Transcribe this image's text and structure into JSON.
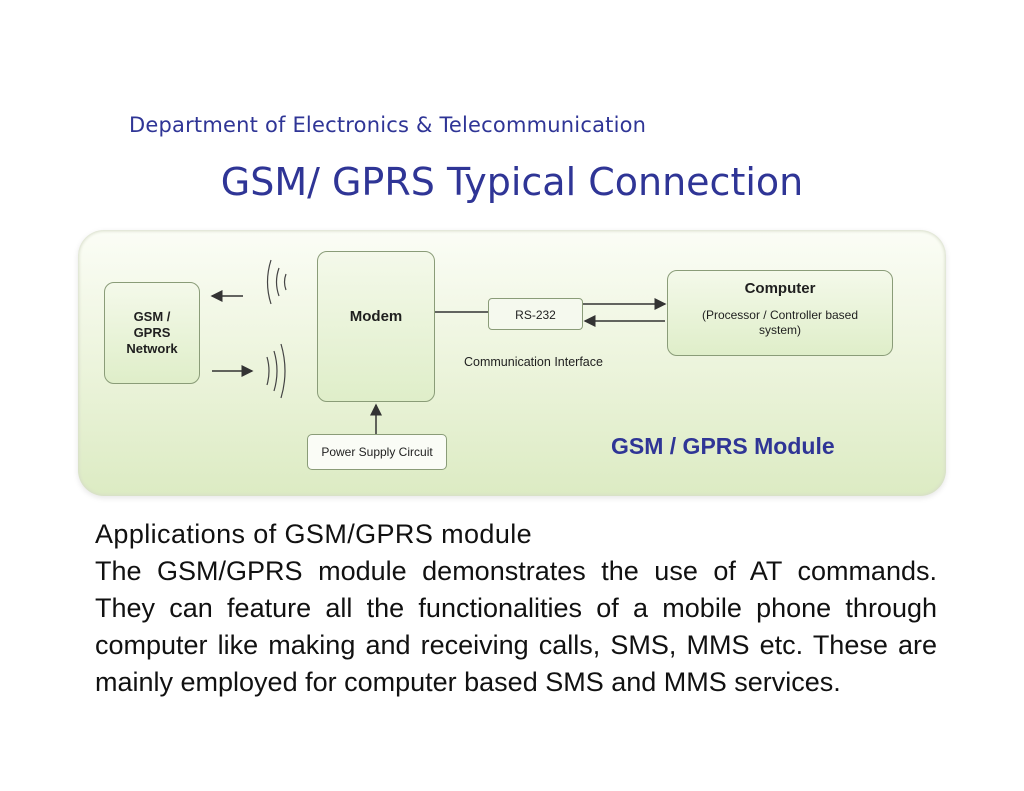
{
  "header": {
    "department": "Department of Electronics & Telecommunication",
    "title": "GSM/ GPRS Typical Connection"
  },
  "diagram": {
    "gsm_network": "GSM /\nGPRS\nNetwork",
    "modem": "Modem",
    "rs232": "RS-232",
    "communication_interface": "Communication  Interface",
    "computer_title": "Computer",
    "computer_subtitle": "(Processor / Controller based\nsystem)",
    "power_supply": "Power Supply Circuit",
    "module_label": "GSM / GPRS Module",
    "colors": {
      "title": "#2f3596",
      "panel": "#e6f0d3",
      "box_border": "#8a9c78"
    }
  },
  "applications": {
    "title": "Applications of GSM/GPRS module",
    "body": "The GSM/GPRS module demonstrates the use of AT commands. They can feature all the functionalities of a mobile phone through computer like making and receiving calls, SMS, MMS etc. These are mainly employed for computer based SMS and MMS services."
  }
}
